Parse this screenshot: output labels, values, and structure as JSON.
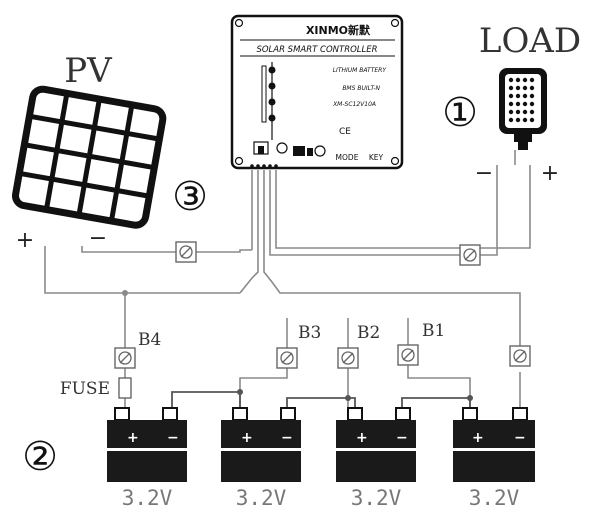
{
  "labels": {
    "pv": "PV",
    "load": "LOAD",
    "fuse": "FUSE",
    "b1": "B1",
    "b2": "B2",
    "b3": "B3",
    "b4": "B4",
    "marker_1": "①",
    "marker_2": "②",
    "marker_3": "③",
    "plus": "+",
    "minus": "−"
  },
  "controller": {
    "brand": "XINMO新默",
    "title": "SOLAR SMART CONTROLLER",
    "line1": "LITHIUM BATTERY",
    "line2": "BMS BUILT-N",
    "model": "XM-SC12V10A",
    "ce": "CE",
    "mode_label": "MODE",
    "key_label": "KEY"
  },
  "batteries": [
    {
      "voltage": "3.2V",
      "plus": "+",
      "minus": "−"
    },
    {
      "voltage": "3.2V",
      "plus": "+",
      "minus": "−"
    },
    {
      "voltage": "3.2V",
      "plus": "+",
      "minus": "−"
    },
    {
      "voltage": "3.2V",
      "plus": "+",
      "minus": "−"
    }
  ],
  "colors": {
    "line": "#8a8a8a",
    "ink": "#111111",
    "battery": "#1a1a1a"
  }
}
